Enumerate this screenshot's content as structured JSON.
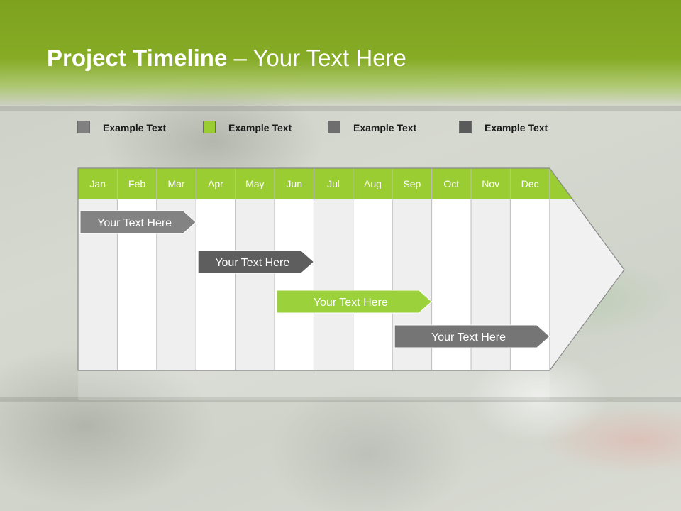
{
  "slide": {
    "title_bold": "Project Timeline",
    "title_rest": " – Your Text Here"
  },
  "legend": [
    {
      "label": "Example Text",
      "color": "#808080"
    },
    {
      "label": "Example Text",
      "color": "#9acd32"
    },
    {
      "label": "Example Text",
      "color": "#6e6e6e"
    },
    {
      "label": "Example Text",
      "color": "#5a5a5a"
    }
  ],
  "colors": {
    "accent": "#9acd32",
    "header_band": "#7da21e",
    "grid_line": "#bdbdbd"
  },
  "timeline": {
    "months": [
      "Jan",
      "Feb",
      "Mar",
      "Apr",
      "May",
      "Jun",
      "Jul",
      "Aug",
      "Sep",
      "Oct",
      "Nov",
      "Dec"
    ],
    "tasks": [
      {
        "label": "Your  Text Here",
        "start": "Jan",
        "end": "Mar",
        "color": "#838383"
      },
      {
        "label": "Your  Text Here",
        "start": "Apr",
        "end": "Jun",
        "color": "#5e5e5e"
      },
      {
        "label": "Your  Text Here",
        "start": "Jun",
        "end": "Sep",
        "color": "#9bd23c"
      },
      {
        "label": "Your  Text Here",
        "start": "Sep",
        "end": "Dec",
        "color": "#757575"
      }
    ]
  }
}
